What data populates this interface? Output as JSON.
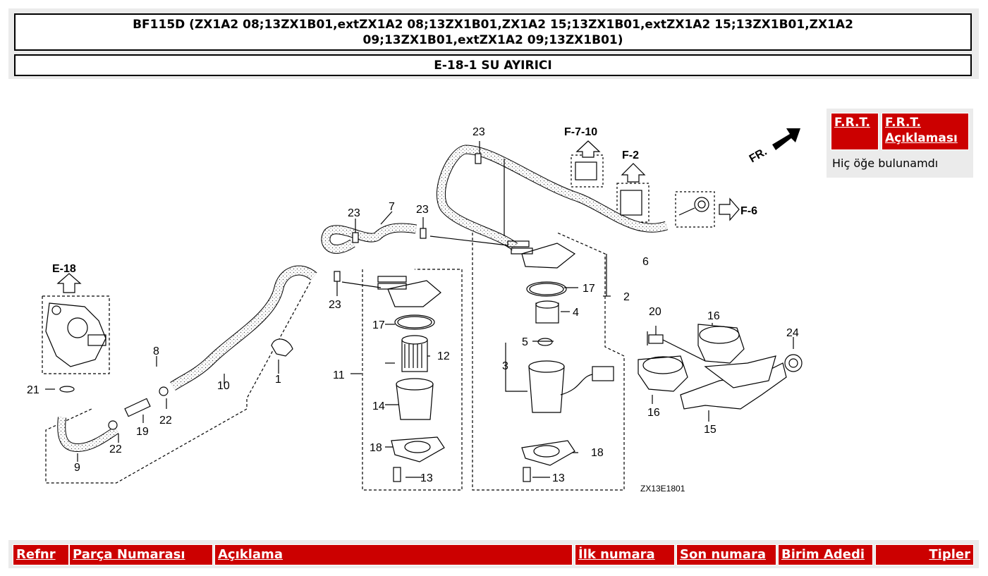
{
  "header": {
    "title": "BF115D (ZX1A2 08;13ZX1B01,extZX1A2 08;13ZX1B01,ZX1A2 15;13ZX1B01,extZX1A2 15;13ZX1B01,ZX1A2 09;13ZX1B01,extZX1A2 09;13ZX1B01)",
    "subtitle": "E-18-1 SU AYIRICI"
  },
  "diagram": {
    "code": "ZX13E1801",
    "refs": {
      "e18": "E-18",
      "f710": "F-7-10",
      "f2": "F-2",
      "f6": "F-6",
      "fr": "FR."
    },
    "callouts": {
      "c1": "1",
      "c2": "2",
      "c3": "3",
      "c4": "4",
      "c5": "5",
      "c6": "6",
      "c7": "7",
      "c8": "8",
      "c9": "9",
      "c10": "10",
      "c11": "11",
      "c12": "12",
      "c13a": "13",
      "c13b": "13",
      "c14": "14",
      "c15": "15",
      "c16a": "16",
      "c16b": "16",
      "c17a": "17",
      "c17b": "17",
      "c18a": "18",
      "c18b": "18",
      "c19": "19",
      "c20": "20",
      "c21": "21",
      "c22a": "22",
      "c22b": "22",
      "c23a": "23",
      "c23b": "23",
      "c23c": "23",
      "c23d": "23",
      "c24": "24"
    }
  },
  "frt": {
    "col1": "F.R.T.",
    "col2": "F.R.T. Açıklaması",
    "empty": "Hiç öğe bulunamdı"
  },
  "table": {
    "headers": {
      "refnr": "Refnr",
      "part_number": "Parça Numarası",
      "description": "Açıklama",
      "first_number": "İlk numara",
      "last_number": "Son numara",
      "unit_qty": "Birim Adedi",
      "types": "Tipler"
    }
  },
  "colors": {
    "header_red": "#cc0000",
    "panel_gray": "#ebebeb"
  }
}
